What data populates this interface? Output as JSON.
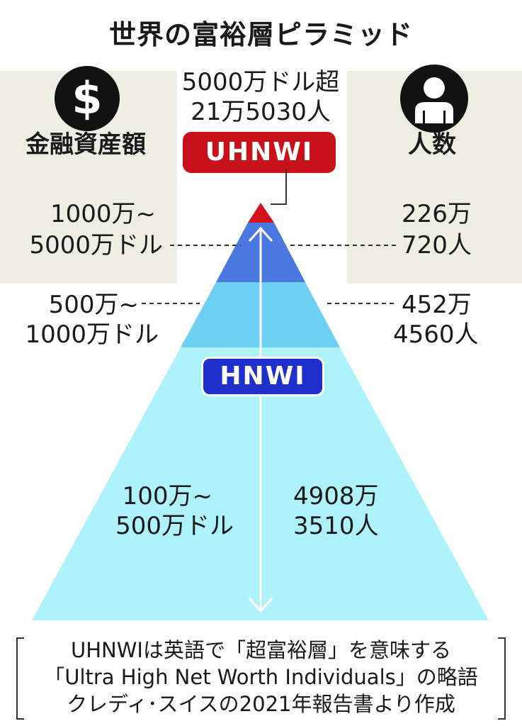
{
  "title": "世界の富裕層ピラミッド",
  "left_header": "金融資産額",
  "right_header": "人数",
  "icons": {
    "left": "dollar-coin-icon",
    "right": "person-icon"
  },
  "colors": {
    "panel": "#efeee2",
    "tier_top": "#d4121b",
    "tier_2": "#4a78e0",
    "tier_3": "#6dd0f2",
    "tier_base": "#aef2fb",
    "badge_uhnwi": "#c8121b",
    "badge_hnwi": "#1f2fcc"
  },
  "uhnwi": {
    "label": "UHNWI",
    "asset": "5000万ドル超",
    "count": "21万5030人"
  },
  "hnwi_label": "HNWI",
  "tiers": [
    {
      "asset_line1": "1000万~",
      "asset_line2": "5000万ドル",
      "count_line1": "226万",
      "count_line2": "720人"
    },
    {
      "asset_line1": "500万~",
      "asset_line2": "1000万ドル",
      "count_line1": "452万",
      "count_line2": "4560人"
    },
    {
      "asset_line1": "100万~",
      "asset_line2": "500万ドル",
      "count_line1": "4908万",
      "count_line2": "3510人"
    }
  ],
  "note": [
    "UHNWIは英語で「超富裕層」を意味する",
    "「Ultra High Net Worth Individuals」の略語",
    "クレディ･スイスの2021年報告書より作成"
  ]
}
